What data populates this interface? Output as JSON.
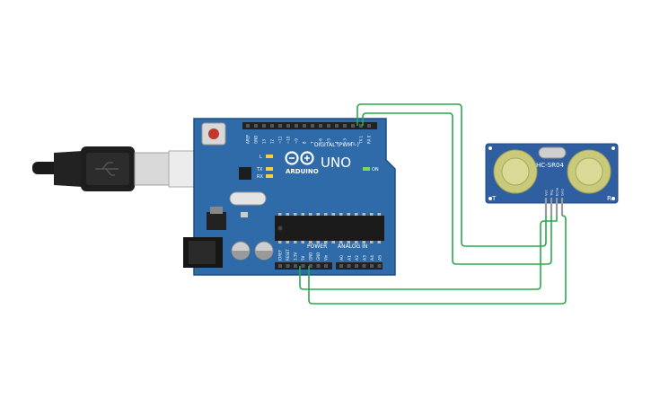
{
  "arduino": {
    "board_name": "UNO",
    "brand": "ARDUINO",
    "digital_header": "DIGITAL (PWM~)",
    "power_header": "POWER",
    "analog_header": "ANALOG IN",
    "on_label": "ON",
    "l_label": "L",
    "tx_label": "TX",
    "rx_label": "RX",
    "digital_pins": [
      "AREF",
      "GND",
      "13",
      "12",
      "~11",
      "~10",
      "~9",
      "8",
      "7",
      "~6",
      "~5",
      "4",
      "~3",
      "2",
      "TX 1",
      "RX 0"
    ],
    "power_pins": [
      "IOREF",
      "RESET",
      "3.3V",
      "5V",
      "GND",
      "GND",
      "Vin"
    ],
    "analog_pins": [
      "A0",
      "A1",
      "A2",
      "A3",
      "A4",
      "A5"
    ]
  },
  "sensor": {
    "model": "HC-SR04",
    "left_mark": "T",
    "right_mark": "R",
    "pins": [
      "Vcc",
      "Trig",
      "Echo",
      "Gnd"
    ]
  },
  "colors": {
    "board": "#2e6ba8",
    "board_edge": "#1f4f80",
    "wire": "#2aa84a",
    "sensor_body": "#2f5fa0",
    "transducer": "#c9c97a",
    "header": "#222222",
    "usb_cable": "#1a1a1a",
    "usb_metal": "#d9d9d9"
  }
}
